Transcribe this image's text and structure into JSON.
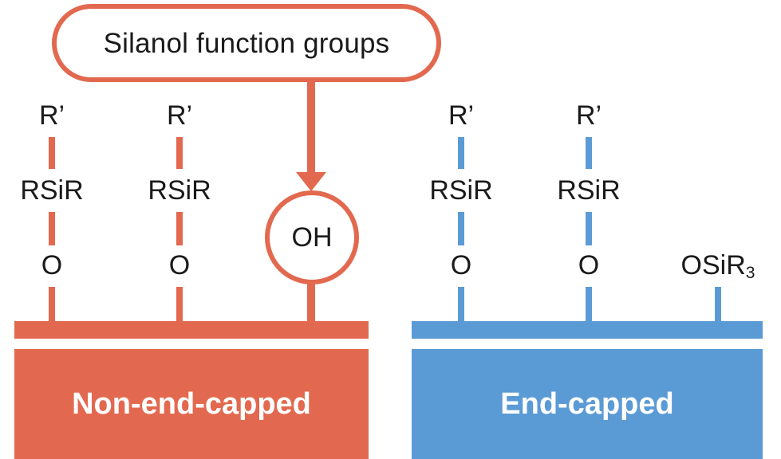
{
  "callout": {
    "text": "Silanol function groups",
    "border_color": "#E2694F"
  },
  "arrow": {
    "name": "arrow-to-oh",
    "color": "#E2694F"
  },
  "colors": {
    "non_end_capped": "#E2694F",
    "end_capped": "#5B9BD5",
    "text": "#1a1a1a",
    "block_label": "#ffffff"
  },
  "left_panel": {
    "label": "Non-end-capped",
    "color": "#E2694F",
    "chains": [
      {
        "top": "R’",
        "middle": "RSiR",
        "bottom": "O"
      },
      {
        "top": "R’",
        "middle": "RSiR",
        "bottom": "O"
      }
    ],
    "silanol": {
      "label": "OH"
    }
  },
  "right_panel": {
    "label": "End-capped",
    "color": "#5B9BD5",
    "chains": [
      {
        "top": "R’",
        "middle": "RSiR",
        "bottom": "O"
      },
      {
        "top": "R’",
        "middle": "RSiR",
        "bottom": "O"
      }
    ],
    "end_cap": {
      "label_main": "OSiR",
      "label_sub": "3"
    }
  }
}
